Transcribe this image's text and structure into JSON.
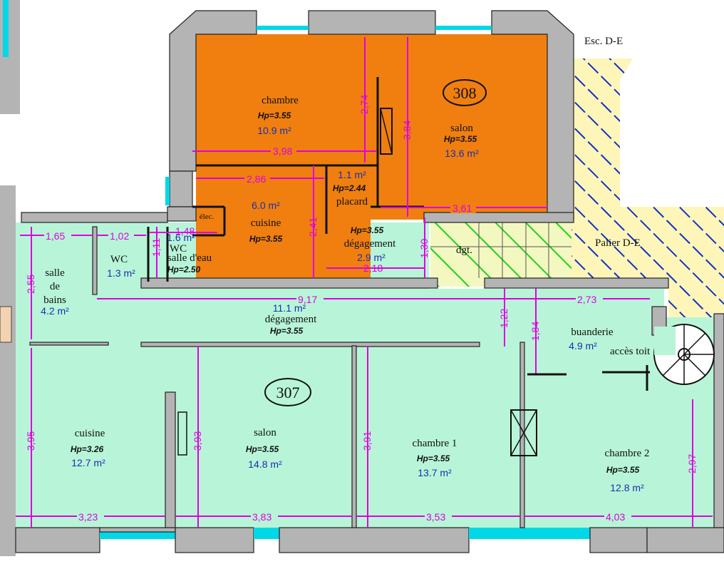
{
  "stair_label": "Esc. D-E",
  "landing_label": "Palier D-E",
  "dgt_label": "dgt.",
  "acces_toit": "accès toit",
  "apartments": {
    "a308": "308",
    "a307": "307"
  },
  "rooms": {
    "chambre308": {
      "name": "chambre",
      "hp": "Hp=3.55",
      "area": "10.9 m²"
    },
    "salon308": {
      "name": "salon",
      "hp": "Hp=3.55",
      "area": "13.6 m²"
    },
    "placard": {
      "name": "placard",
      "hp": "Hp=2.44",
      "area": "1.1 m²"
    },
    "cuisine308": {
      "name": "cuisine",
      "hp": "Hp=3.55",
      "area": "6.0 m²"
    },
    "elec": {
      "name": "élec."
    },
    "wcsde": {
      "name1": "WC",
      "name2": "salle d'eau",
      "hp": "Hp=2.50",
      "area": "1.6 m²"
    },
    "degagement308": {
      "name": "dégagement",
      "hp": "Hp=3.55",
      "area": "2.9 m²"
    },
    "sdb": {
      "name1": "salle",
      "name2": "de",
      "name3": "bains",
      "area": "4.2 m²"
    },
    "wc307": {
      "name": "WC",
      "area": "1.3 m²"
    },
    "degagement307": {
      "name": "dégagement",
      "hp": "Hp=3.55",
      "area": "11.1 m²"
    },
    "buanderie": {
      "name": "buanderie",
      "area": "4.9 m²"
    },
    "cuisine307": {
      "name": "cuisine",
      "hp": "Hp=3.26",
      "area": "12.7 m²"
    },
    "salon307": {
      "name": "salon",
      "hp": "Hp=3.55",
      "area": "14.8 m²"
    },
    "chambre1": {
      "name": "chambre 1",
      "hp": "Hp=3.55",
      "area": "13.7 m²"
    },
    "chambre2": {
      "name": "chambre 2",
      "hp": "Hp=3.55",
      "area": "12.8 m²"
    }
  },
  "dimensions": {
    "d274": "2,74",
    "d384": "3,84",
    "d398": "3,98",
    "d286": "2,86",
    "d241": "2,41",
    "d361": "3,61",
    "d130": "1,30",
    "d218": "2,18",
    "d148": "1,48",
    "d111": "1,11",
    "d165": "1,65",
    "d102": "1,02",
    "d255": "2,55",
    "d917": "9,17",
    "d273": "2,73",
    "d122": "1,22",
    "d184": "1,84",
    "d395": "3,95",
    "d393": "3,93",
    "d391": "3,91",
    "d297": "2,97",
    "d323": "3,23",
    "d383": "3,83",
    "d353": "3,53",
    "d403": "4,03"
  },
  "colors": {
    "apt308": "#f07f10",
    "apt307": "#b8f5d8",
    "landing": "#fdf6b8",
    "wall": "#b4b4b4",
    "dimension": "#e000e0",
    "area_text": "#1a2fb0",
    "window": "#00d8e8",
    "hatch_blue": "#1030c8",
    "hatch_green": "#20d020"
  }
}
